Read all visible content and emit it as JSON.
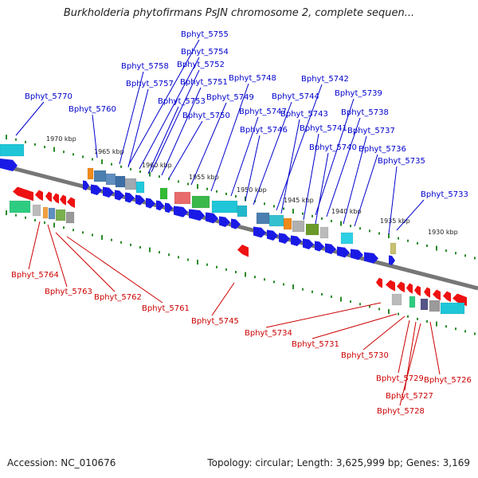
{
  "title": "Burkholderia phytofirmans PsJN chromosome 2, complete sequen...",
  "footer": {
    "accession": "Accession: NC_010676",
    "summary": "Topology: circular; Length: 3,625,999 bp; Genes: 3,169"
  },
  "colors": {
    "plus_strand_label": "#0000cc",
    "minus_strand_label": "#cc0000",
    "plus_arrow": "#1a1ae6",
    "minus_arrow": "#ee1111",
    "backbone": "#777777",
    "tick": "#2a8a2a"
  },
  "scale_ticks": [
    "1970 kbp",
    "1965 kbp",
    "1960 kbp",
    "1955 kbp",
    "1950 kbp",
    "1945 kbp",
    "1940 kbp",
    "1935 kbp",
    "1930 kbp"
  ],
  "plus_genes": [
    "Bphyt_5755",
    "Bphyt_5754",
    "Bphyt_5758",
    "Bphyt_5752",
    "Bphyt_5757",
    "Bphyt_5751",
    "Bphyt_5748",
    "Bphyt_5742",
    "Bphyt_5770",
    "Bphyt_5753",
    "Bphyt_5749",
    "Bphyt_5744",
    "Bphyt_5739",
    "Bphyt_5760",
    "Bphyt_5750",
    "Bphyt_5747",
    "Bphyt_5743",
    "Bphyt_5738",
    "Bphyt_5746",
    "Bphyt_5741",
    "Bphyt_5737",
    "Bphyt_5740",
    "Bphyt_5736",
    "Bphyt_5735",
    "Bphyt_5733"
  ],
  "minus_genes": [
    "Bphyt_5764",
    "Bphyt_5763",
    "Bphyt_5762",
    "Bphyt_5761",
    "Bphyt_5745",
    "Bphyt_5734",
    "Bphyt_5731",
    "Bphyt_5730",
    "Bphyt_5729",
    "Bphyt_5726",
    "Bphyt_5727",
    "Bphyt_5728"
  ]
}
